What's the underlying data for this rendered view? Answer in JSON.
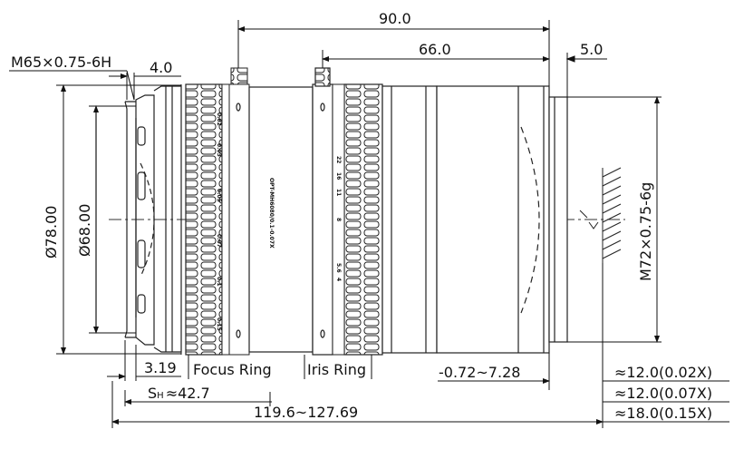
{
  "dimensions": {
    "total_length": "90.0",
    "front_length": "66.0",
    "rear_flange": "5.0",
    "front_thread": "M65×0.75-6H",
    "front_depth": "4.0",
    "outer_dia": "Ø78.00",
    "inner_dia": "Ø68.00",
    "rear_thread": "M72×0.75-6g",
    "front_offset": "3.19",
    "sh": "S",
    "sh_sub": "H",
    "sh_value": "≈42.7",
    "rear_travel": "-0.72~7.28",
    "overall": "119.6~127.69",
    "wd_002": "≈12.0(0.02X)",
    "wd_007": "≈12.0(0.07X)",
    "wd_015": "≈18.0(0.15X)"
  },
  "labels": {
    "focus_ring": "Focus Ring",
    "iris_ring": "Iris Ring",
    "model": "OPT-MH6080/0.1-0.07X"
  },
  "scale": {
    "focus_marks": [
      "0.02",
      "0.03",
      "0.05",
      "0.07",
      "0.1",
      "0.15"
    ],
    "iris_marks": [
      "22",
      "16",
      "11",
      "8",
      "5.6",
      "4"
    ]
  }
}
